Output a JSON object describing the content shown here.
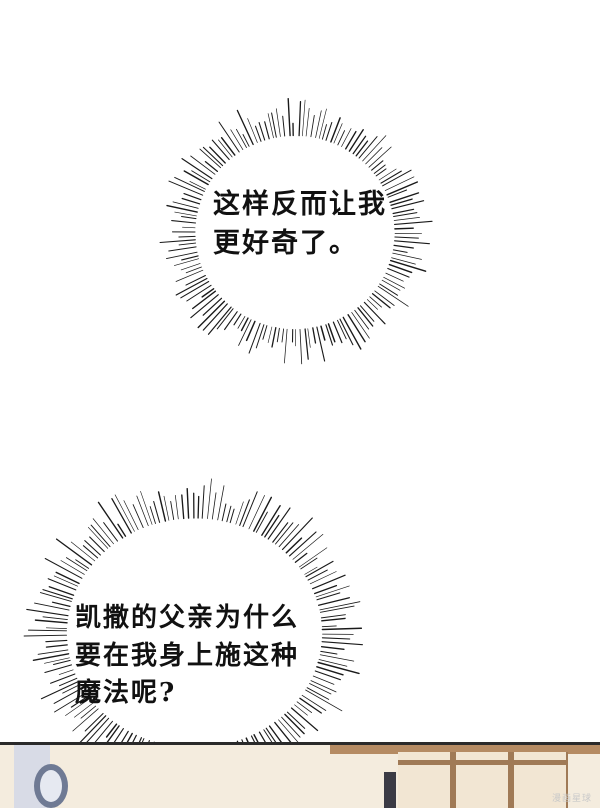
{
  "bubbles": [
    {
      "lines": [
        "这样反而让我",
        "更好奇了。"
      ]
    },
    {
      "lines": [
        "凯撒的父亲为什么",
        "要在我身上施这种",
        "魔法呢?"
      ]
    }
  ],
  "watermark": "漫画星球"
}
